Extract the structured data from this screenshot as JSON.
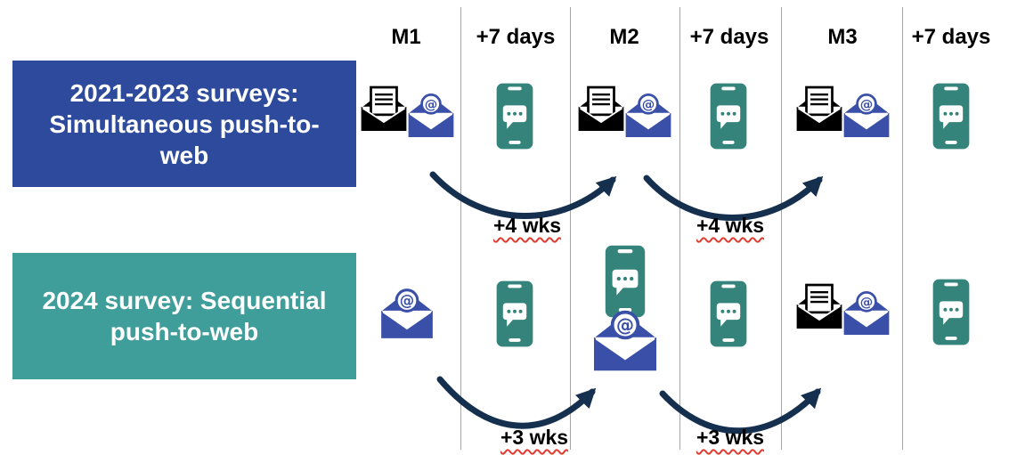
{
  "figure": {
    "columns": [
      "M1",
      "+7 days",
      "M2",
      "+7 days",
      "M3",
      "+7 days"
    ],
    "row1": {
      "label": "2021-2023 surveys: Simultaneous push-to-web",
      "arrow1_label": "+4 wks",
      "arrow2_label": "+4 wks"
    },
    "row2": {
      "label": "2024 survey: Sequential push-to-web",
      "arrow1_label": "+3 wks",
      "arrow2_label": "+3 wks"
    }
  },
  "colors": {
    "row1_box": "#2e4a9c",
    "row2_box": "#3f9d9a",
    "envelope_blue": "#3a50a8",
    "envelope_black": "#000000",
    "phone_teal": "#35847c",
    "arrow_navy": "#15304e",
    "divider_gray": "#a6a6a6",
    "spellcheck_red": "#e03c31"
  },
  "icons": {
    "letter_envelope": "black open envelope holding a paper letter (postal mail)",
    "at_envelope": "blue open envelope with @ symbol (email)",
    "sms_phone": "teal smartphone with SMS speech bubble"
  }
}
